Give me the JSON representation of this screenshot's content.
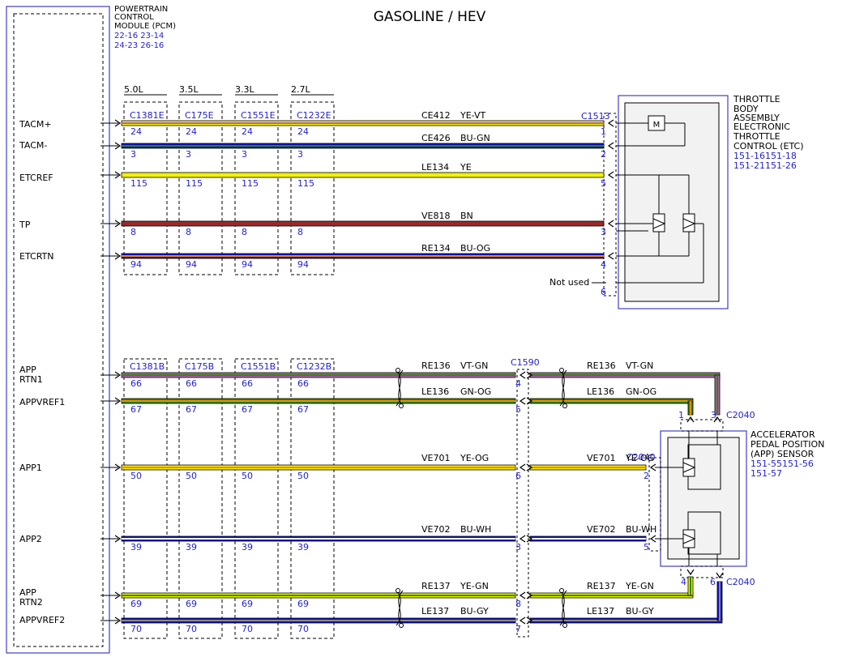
{
  "title": "GASOLINE / HEV",
  "colors": {
    "YE": "#f2f200",
    "VT": "#b060b0",
    "GN": "#2c8a00",
    "OG": "#f08a00",
    "BU": "#1010c8",
    "BN": "#9a2a2a",
    "WH": "#ffffff",
    "GY": "#8a8a8a",
    "ref_text": "#1f1fd0",
    "module_border": "#4040c8",
    "module_fill": "#f2f2f2"
  },
  "pcm": {
    "lines": [
      "POWERTRAIN",
      "CONTROL",
      "MODULE (PCM)"
    ],
    "refs": [
      "22-16 23-14",
      "24-23 26-16"
    ]
  },
  "engines": [
    "5.0L",
    "3.5L",
    "3.3L",
    "2.7L"
  ],
  "connectors_top": [
    "C1381E",
    "C175E",
    "C1551E",
    "C1232E"
  ],
  "connectors_bottom": [
    "C1381B",
    "C175B",
    "C1551B",
    "C1232B"
  ],
  "etc": {
    "connector": "C1513",
    "lines": [
      "THROTTLE",
      "BODY",
      "ASSEMBLY",
      "ELECTRONIC",
      "THROTTLE",
      "CONTROL (ETC)"
    ],
    "refs": [
      "151-16151-18",
      "151-21151-26"
    ],
    "not_used": "Not used",
    "not_used_pin": "6"
  },
  "app_sensor": {
    "lines": [
      "ACCELERATOR",
      "PEDAL POSITION",
      "(APP) SENSOR"
    ],
    "refs": [
      "151-55151-56",
      "151-57"
    ]
  },
  "inline_connector": "C1590",
  "sensor_connector": "C2040",
  "circuits_top": [
    {
      "signal": "TACM+",
      "circuit": "CE412",
      "color": "YE-VT",
      "pins": [
        "24",
        "24",
        "24",
        "24"
      ],
      "end_pin": "1"
    },
    {
      "signal": "TACM-",
      "circuit": "CE426",
      "color": "BU-GN",
      "pins": [
        "3",
        "3",
        "3",
        "3"
      ],
      "end_pin": "2"
    },
    {
      "signal": "ETCREF",
      "circuit": "LE134",
      "color": "YE",
      "pins": [
        "115",
        "115",
        "115",
        "115"
      ],
      "end_pin": "5"
    },
    {
      "signal": "TP",
      "circuit": "VE818",
      "color": "BN",
      "pins": [
        "8",
        "8",
        "8",
        "8"
      ],
      "end_pin": "3"
    },
    {
      "signal": "ETCRTN",
      "circuit": "RE134",
      "color": "BU-OG",
      "pins": [
        "94",
        "94",
        "94",
        "94"
      ],
      "end_pin": "4"
    }
  ],
  "circuits_bottom": [
    {
      "signal": "APP\nRTN1",
      "circuit": "RE136",
      "color": "VT-GN",
      "pins": [
        "66",
        "66",
        "66",
        "66"
      ],
      "c1590_pin": "4",
      "sensor_pin": "3"
    },
    {
      "signal": "APPVREF1",
      "circuit": "LE136",
      "color": "GN-OG",
      "pins": [
        "67",
        "67",
        "67",
        "67"
      ],
      "c1590_pin": "5",
      "sensor_pin": "1"
    },
    {
      "signal": "APP1",
      "circuit": "VE701",
      "color": "YE-OG",
      "pins": [
        "50",
        "50",
        "50",
        "50"
      ],
      "c1590_pin": "6",
      "sensor_pin": "2"
    },
    {
      "signal": "APP2",
      "circuit": "VE702",
      "color": "BU-WH",
      "pins": [
        "39",
        "39",
        "39",
        "39"
      ],
      "c1590_pin": "3",
      "sensor_pin": "5"
    },
    {
      "signal": "APP\nRTN2",
      "circuit": "RE137",
      "color": "YE-GN",
      "pins": [
        "69",
        "69",
        "69",
        "69"
      ],
      "c1590_pin": "8",
      "sensor_pin": "4"
    },
    {
      "signal": "APPVREF2",
      "circuit": "LE137",
      "color": "BU-GY",
      "pins": [
        "70",
        "70",
        "70",
        "70"
      ],
      "c1590_pin": "7",
      "sensor_pin": "6"
    }
  ]
}
